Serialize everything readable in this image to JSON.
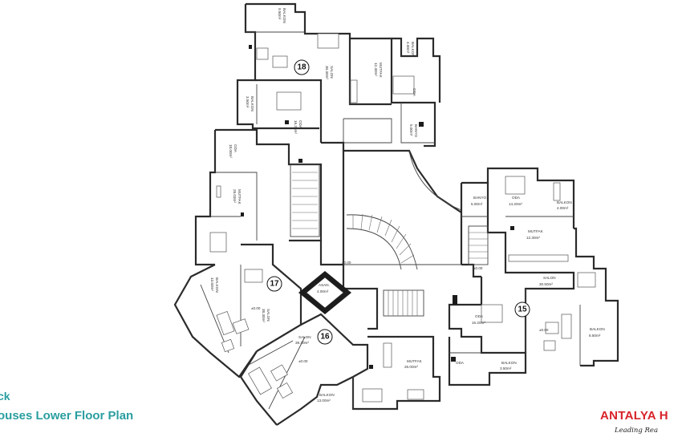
{
  "title_line1": "ck",
  "title_line2": "ouses Lower Floor Plan",
  "brand": {
    "name": "ANTALYA H",
    "tagline": "Leading Rea",
    "color_red": "#d8232a",
    "color_dark": "#222222"
  },
  "accent_color": "#2a9ea0",
  "units": [
    {
      "number": "18",
      "rooms": [
        {
          "name": "BALKON",
          "area": "9.50m²"
        },
        {
          "name": "SALON",
          "area": "30.30m²"
        },
        {
          "name": "MUTFAK",
          "area": "12.30m²"
        },
        {
          "name": "BALKON",
          "area": "4.00m²"
        },
        {
          "name": "ODA",
          "area": ""
        },
        {
          "name": "BALKON",
          "area": "3.50m²"
        },
        {
          "name": "ODA",
          "area": "16.25m²"
        },
        {
          "name": "BANYO",
          "area": "5.00m²"
        }
      ]
    },
    {
      "number": "17",
      "rooms": [
        {
          "name": "ODA",
          "area": "18.00m²"
        },
        {
          "name": "MUTFAK",
          "area": "26.03m²"
        },
        {
          "name": "BALKON",
          "area": "13.50m²"
        },
        {
          "name": "SALON",
          "area": "38.30m²"
        }
      ]
    },
    {
      "number": "16",
      "rooms": [
        {
          "name": "ASAN.",
          "area": "4.00m²"
        },
        {
          "name": "SALON",
          "area": "39.30m²"
        },
        {
          "name": "MUTFAK",
          "area": "26.00m²"
        },
        {
          "name": "BALKON",
          "area": "13.00m²"
        }
      ]
    },
    {
      "number": "15",
      "rooms": [
        {
          "name": "BANYO",
          "area": "5.00m²"
        },
        {
          "name": "ODA",
          "area": "14.20m²"
        },
        {
          "name": "BALKON",
          "area": "4.00m²"
        },
        {
          "name": "MUTFAK",
          "area": "12.30m²"
        },
        {
          "name": "SALON",
          "area": "30.50m²"
        },
        {
          "name": "BALKON",
          "area": "8.50m²"
        },
        {
          "name": "ODA",
          "area": "16.20m²"
        },
        {
          "name": "ODA",
          "area": ""
        },
        {
          "name": "BALKON",
          "area": "3.50m²"
        }
      ]
    }
  ],
  "levels": [
    "±0.00",
    "±0.00",
    "±0.00",
    "±0.00",
    "±0.00"
  ]
}
